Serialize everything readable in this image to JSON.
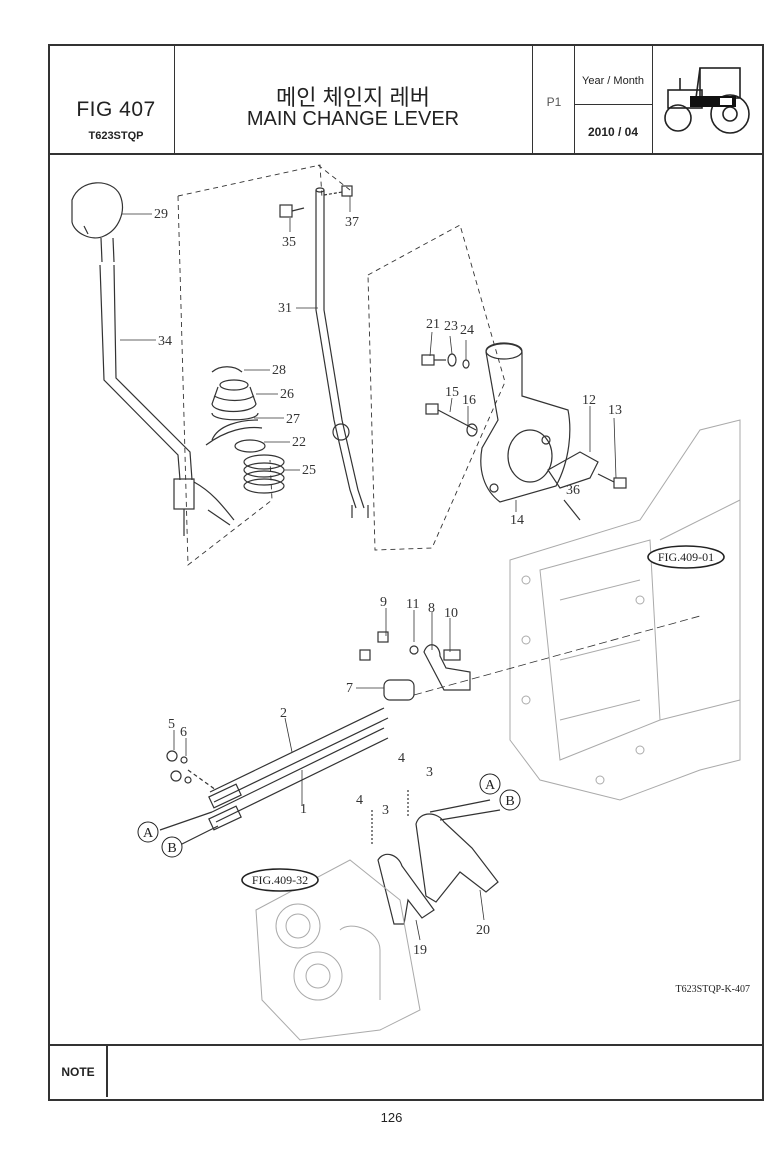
{
  "header": {
    "fig_number": "FIG 407",
    "model": "T623STQP",
    "title_ko": "메인 체인지 레버",
    "title_en": "MAIN CHANGE LEVER",
    "page_ref": "P1",
    "date_label": "Year / Month",
    "date_value": "2010 / 04"
  },
  "diagram": {
    "part_numbers": [
      "1",
      "2",
      "3",
      "3",
      "4",
      "4",
      "5",
      "6",
      "7",
      "8",
      "9",
      "10",
      "11",
      "12",
      "13",
      "14",
      "15",
      "16",
      "19",
      "20",
      "21",
      "22",
      "23",
      "24",
      "25",
      "26",
      "27",
      "28",
      "29",
      "31",
      "34",
      "35",
      "36",
      "37"
    ],
    "refs": [
      "FIG.409-01",
      "FIG.409-32"
    ],
    "connectors": [
      "A",
      "B",
      "A",
      "B"
    ],
    "drawing_code": "T623STQP-K-407"
  },
  "footer": {
    "note_label": "NOTE",
    "page_number": "126"
  }
}
